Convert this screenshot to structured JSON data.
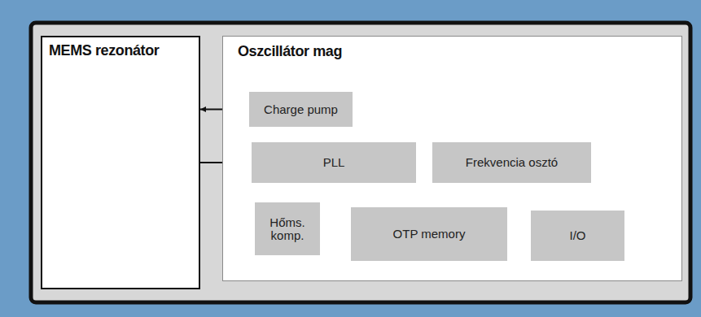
{
  "diagram": {
    "nodes": [
      {
        "text": [
          "MEMS rezonátor"
        ]
      },
      {
        "text": [
          "Oszcillátor mag"
        ]
      },
      {
        "text": [
          "Charge pump"
        ],
        "in": 1
      },
      {
        "text": [
          "PLL"
        ],
        "in": 1
      },
      {
        "text": [
          "Frekvencia osztó"
        ],
        "in": 1
      },
      {
        "text": [
          "Hőms. komp."
        ],
        "in": 1
      },
      {
        "text": [
          "OTP memory"
        ],
        "in": 1
      },
      {
        "text": [
          "I/O"
        ],
        "in": 1
      }
    ],
    "edges": [
      {
        "from": 2,
        "to": 0,
        "arrow": "to"
      },
      {
        "from": 0,
        "to": 3,
        "arrow": "to"
      },
      {
        "from": 3,
        "to": 4,
        "arrow": "none"
      },
      {
        "from": 3,
        "to": 5,
        "arrow": "none"
      },
      {
        "from": 3,
        "to": 6,
        "arrow": "none"
      },
      {
        "from": 4,
        "to": 7,
        "arrow": "none"
      },
      {
        "from": 6,
        "to": 7,
        "arrow": "none"
      }
    ]
  }
}
